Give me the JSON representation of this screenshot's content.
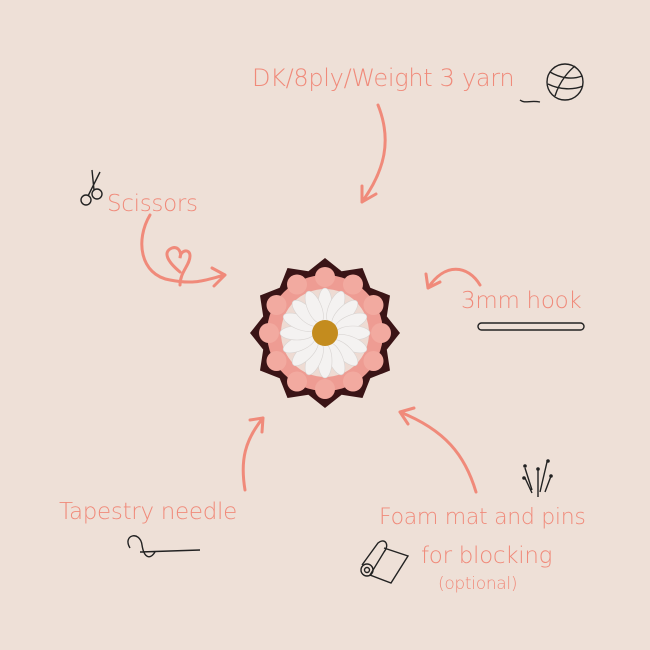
{
  "colors": {
    "background": "#eee0d7",
    "accent": "#f08a7a",
    "ink": "#222222"
  },
  "items": {
    "yarn": "DK/8ply/Weight 3 yarn",
    "scissors": "Scissors",
    "hook": "3mm hook",
    "needle": "Tapestry needle",
    "foam_line1": "Foam mat and pins",
    "foam_line2": "for blocking",
    "foam_note": "(optional)"
  },
  "icons": [
    "yarn-ball-icon",
    "scissors-icon",
    "crochet-hook-icon",
    "needle-icon",
    "pins-icon",
    "foam-mat-roll-icon"
  ]
}
